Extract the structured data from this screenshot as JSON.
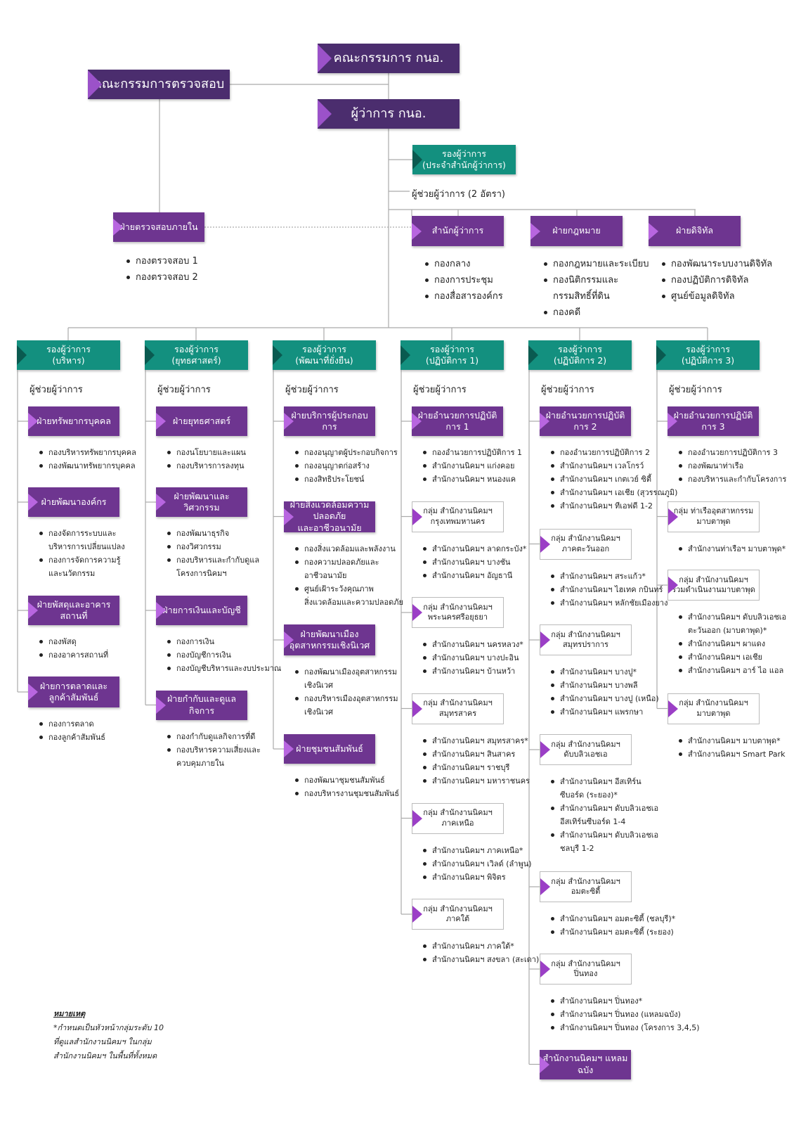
{
  "top": {
    "board": "คณะกรรมการ กนอ.",
    "audit": "คณะกรรมการตรวจสอบ",
    "governor": "ผู้ว่าการ กนอ.",
    "deputy_office": [
      "รองผู้ว่าการ",
      "(ประจำสำนักผู้ว่าการ)"
    ],
    "assistant": "ผู้ช่วยผู้ว่าการ (2 อัตรา)"
  },
  "internal_audit": {
    "title": "ฝ่ายตรวจสอบภายใน",
    "items": [
      "กองตรวจสอบ 1",
      "กองตรวจสอบ 2"
    ]
  },
  "upper_units": [
    {
      "title": "สำนักผู้ว่าการ",
      "items": [
        "กองกลาง",
        "กองการประชุม",
        "กองสื่อสารองค์กร"
      ]
    },
    {
      "title": "ฝ่ายกฎหมาย",
      "items": [
        "กองกฎหมายและระเบียบ",
        "กองนิติกรรมและ\nกรรมสิทธิ์ที่ดิน",
        "กองคดี"
      ]
    },
    {
      "title": "ฝ่ายดิจิทัล",
      "items": [
        "กองพัฒนาระบบงานดิจิทัล",
        "กองปฏิบัติการดิจิทัล",
        "ศูนย์ข้อมูลดิจิทัล"
      ]
    }
  ],
  "assistant_label": "ผู้ช่วยผู้ว่าการ",
  "columns": [
    {
      "title": [
        "รองผู้ว่าการ",
        "(บริหาร)"
      ],
      "blocks": [
        {
          "kind": "unit",
          "title": [
            "ฝ่ายทรัพยากรบุคคล"
          ],
          "items": [
            "กองบริหารทรัพยากรบุคคล",
            "กองพัฒนาทรัพยากรบุคคล"
          ]
        },
        {
          "kind": "unit",
          "title": [
            "ฝ่ายพัฒนาองค์กร"
          ],
          "items": [
            "กองจัดการระบบและ\nบริหารการเปลี่ยนแปลง",
            "กองการจัดการความรู้\nและนวัตกรรม"
          ]
        },
        {
          "kind": "unit",
          "title": [
            "ฝ่ายพัสดุและอาคารสถานที่"
          ],
          "items": [
            "กองพัสดุ",
            "กองอาคารสถานที่"
          ]
        },
        {
          "kind": "unit",
          "title": [
            "ฝ่ายการตลาดและ",
            "ลูกค้าสัมพันธ์"
          ],
          "items": [
            "กองการตลาด",
            "กองลูกค้าสัมพันธ์"
          ]
        }
      ]
    },
    {
      "title": [
        "รองผู้ว่าการ",
        "(ยุทธศาสตร์)"
      ],
      "blocks": [
        {
          "kind": "unit",
          "title": [
            "ฝ่ายยุทธศาสตร์"
          ],
          "items": [
            "กองนโยบายและแผน",
            "กองบริหารการลงทุน"
          ]
        },
        {
          "kind": "unit",
          "title": [
            "ฝ่ายพัฒนาและวิศวกรรม"
          ],
          "items": [
            "กองพัฒนาธุรกิจ",
            "กองวิศวกรรม",
            "กองบริหารและกำกับดูแล\nโครงการนิคมฯ"
          ]
        },
        {
          "kind": "unit",
          "title": [
            "ฝ่ายการเงินและบัญชี"
          ],
          "items": [
            "กองการเงิน",
            "กองบัญชีการเงิน",
            "กองบัญชีบริหารและงบประมาณ"
          ]
        },
        {
          "kind": "unit",
          "title": [
            "ฝ่ายกำกับและดูแลกิจการ"
          ],
          "items": [
            "กองกำกับดูแลกิจการที่ดี",
            "กองบริหารความเสี่ยงและ\nควบคุมภายใน"
          ]
        }
      ]
    },
    {
      "title": [
        "รองผู้ว่าการ",
        "(พัฒนาที่ยั่งยืน)"
      ],
      "blocks": [
        {
          "kind": "unit",
          "title": [
            "ฝ่ายบริการผู้ประกอบการ"
          ],
          "items": [
            "กองอนุญาตผู้ประกอบกิจการ",
            "กองอนุญาตก่อสร้าง",
            "กองสิทธิประโยชน์"
          ]
        },
        {
          "kind": "unit",
          "title": [
            "ฝ่ายสิ่งแวดล้อมความปลอดภัย",
            "และอาชีวอนามัย"
          ],
          "items": [
            "กองสิ่งแวดล้อมและพลังงาน",
            "กองความปลอดภัยและ\nอาชีวอนามัย",
            "ศูนย์เฝ้าระวังคุณภาพ\nสิ่งแวดล้อมและความปลอดภัย"
          ]
        },
        {
          "kind": "unit",
          "title": [
            "ฝ่ายพัฒนาเมือง",
            "อุตสาหกรรมเชิงนิเวศ"
          ],
          "items": [
            "กองพัฒนาเมืองอุตสาหกรรม\nเชิงนิเวศ",
            "กองบริหารเมืองอุตสาหกรรม\nเชิงนิเวศ"
          ]
        },
        {
          "kind": "unit",
          "title": [
            "ฝ่ายชุมชนสัมพันธ์"
          ],
          "items": [
            "กองพัฒนาชุมชนสัมพันธ์",
            "กองบริหารงานชุมชนสัมพันธ์"
          ]
        }
      ]
    },
    {
      "title": [
        "รองผู้ว่าการ",
        "(ปฏิบัติการ 1)"
      ],
      "blocks": [
        {
          "kind": "unit",
          "title": [
            "ฝ่ายอำนวยการปฏิบัติการ 1"
          ],
          "items": [
            "กองอำนวยการปฏิบัติการ 1",
            "สำนักงานนิคมฯ แก่งคอย",
            "สำนักงานนิคมฯ หนองแค"
          ]
        },
        {
          "kind": "group",
          "title": [
            "กลุ่ม สำนักงานนิคมฯ",
            "กรุงเทพมหานคร"
          ],
          "items": [
            "สำนักงานนิคมฯ ลาดกระบัง*",
            "สำนักงานนิคมฯ บางชัน",
            "สำนักงานนิคมฯ อัญธานี"
          ]
        },
        {
          "kind": "group",
          "title": [
            "กลุ่ม สำนักงานนิคมฯ",
            "พระนครศรีอยุธยา"
          ],
          "items": [
            "สำนักงานนิคมฯ นครหลวง*",
            "สำนักงานนิคมฯ บางปะอิน",
            "สำนักงานนิคมฯ บ้านหว้า"
          ]
        },
        {
          "kind": "group",
          "title": [
            "กลุ่ม สำนักงานนิคมฯ",
            "สมุทรสาคร"
          ],
          "items": [
            "สำนักงานนิคมฯ สมุทรสาคร*",
            "สำนักงานนิคมฯ สินสาคร",
            "สำนักงานนิคมฯ ราชบุรี",
            "สำนักงานนิคมฯ มหาราชนคร"
          ]
        },
        {
          "kind": "group",
          "title": [
            "กลุ่ม สำนักงานนิคมฯ",
            "ภาคเหนือ"
          ],
          "items": [
            "สำนักงานนิคมฯ ภาคเหนือ*",
            "สำนักงานนิคมฯ เวิลด์ (ลำพูน)",
            "สำนักงานนิคมฯ พิจิตร"
          ]
        },
        {
          "kind": "group",
          "title": [
            "กลุ่ม สำนักงานนิคมฯ",
            "ภาคใต้"
          ],
          "items": [
            "สำนักงานนิคมฯ ภาคใต้*",
            "สำนักงานนิคมฯ สงขลา (สะเดา)"
          ]
        }
      ]
    },
    {
      "title": [
        "รองผู้ว่าการ",
        "(ปฏิบัติการ 2)"
      ],
      "blocks": [
        {
          "kind": "unit",
          "title": [
            "ฝ่ายอำนวยการปฏิบัติการ 2"
          ],
          "items": [
            "กองอำนวยการปฏิบัติการ 2",
            "สำนักงานนิคมฯ เวลโกรว์",
            "สำนักงานนิคมฯ เกตเวย์ ซิตี้",
            "สำนักงานนิคมฯ เอเชีย (สุวรรณภูมิ)",
            "สำนักงานนิคมฯ ทีเอฟดี 1-2"
          ]
        },
        {
          "kind": "group",
          "title": [
            "กลุ่ม สำนักงานนิคมฯ",
            "ภาคตะวันออก"
          ],
          "items": [
            "สำนักงานนิคมฯ สระแก้ว*",
            "สำนักงานนิคมฯ ไฮเทค กบินทร์",
            "สำนักงานนิคมฯ หลักชัยเมืองยาง"
          ]
        },
        {
          "kind": "group",
          "title": [
            "กลุ่ม สำนักงานนิคมฯ",
            "สมุทรปราการ"
          ],
          "items": [
            "สำนักงานนิคมฯ บางปู*",
            "สำนักงานนิคมฯ บางพลี",
            "สำนักงานนิคมฯ บางปู (เหนือ)",
            "สำนักงานนิคมฯ แพรกษา"
          ]
        },
        {
          "kind": "group",
          "title": [
            "กลุ่ม สำนักงานนิคมฯ",
            "ดับบลิวเอชเอ"
          ],
          "items": [
            "สำนักงานนิคมฯ อีสเทิร์น\nซีบอร์ด (ระยอง)*",
            "สำนักงานนิคมฯ ดับบลิวเอชเอ\nอีสเทิร์นซีบอร์ด 1-4",
            "สำนักงานนิคมฯ ดับบลิวเอชเอ\nชลบุรี 1-2"
          ]
        },
        {
          "kind": "group",
          "title": [
            "กลุ่ม สำนักงานนิคมฯ",
            "อมตะซิตี้"
          ],
          "items": [
            "สำนักงานนิคมฯ อมตะซิตี้ (ชลบุรี)*",
            "สำนักงานนิคมฯ อมตะซิตี้ (ระยอง)"
          ]
        },
        {
          "kind": "group",
          "title": [
            "กลุ่ม สำนักงานนิคมฯ",
            "ปิ่นทอง"
          ],
          "items": [
            "สำนักงานนิคมฯ ปิ่นทอง*",
            "สำนักงานนิคมฯ ปิ่นทอง (แหลมฉบัง)",
            "สำนักงานนิคมฯ ปิ่นทอง (โครงการ 3,4,5)"
          ]
        },
        {
          "kind": "unit",
          "title": [
            "สำนักงานนิคมฯ แหลมฉบัง"
          ],
          "items": []
        }
      ]
    },
    {
      "title": [
        "รองผู้ว่าการ",
        "(ปฏิบัติการ 3)"
      ],
      "blocks": [
        {
          "kind": "unit",
          "title": [
            "ฝ่ายอำนวยการปฏิบัติการ 3"
          ],
          "items": [
            "กองอำนวยการปฏิบัติการ 3",
            "กองพัฒนาท่าเรือ",
            "กองบริหารและกำกับโครงการ"
          ]
        },
        {
          "kind": "group",
          "title": [
            "กลุ่ม ท่าเรืออุตสาหกรรม",
            "มาบตาพุด"
          ],
          "items": [
            "สำนักงานท่าเรือฯ มาบตาพุด*"
          ]
        },
        {
          "kind": "group",
          "title": [
            "กลุ่ม สำนักงานนิคมฯ",
            "ร่วมดำเนินงานมาบตาพุด"
          ],
          "items": [
            "สำนักงานนิคมฯ ดับบลิวเอชเอ\nตะวันออก (มาบตาพุด)*",
            "สำนักงานนิคมฯ ผาแดง",
            "สำนักงานนิคมฯ เอเชีย",
            "สำนักงานนิคมฯ อาร์ ไอ แอล"
          ]
        },
        {
          "kind": "group",
          "title": [
            "กลุ่ม สำนักงานนิคมฯ",
            "มาบตาพุด"
          ],
          "items": [
            "สำนักงานนิคมฯ มาบตาพุด*",
            "สำนักงานนิคมฯ Smart Park"
          ]
        }
      ]
    }
  ],
  "note": {
    "title": "หมายเหตุ",
    "lines": [
      "*กำหนดเป็นหัวหน้ากลุ่มระดับ 10",
      "ที่ดูแลสำนักงานนิคมฯ ในกลุ่ม",
      "สำนักงานนิคมฯ ในพื้นที่ทั้งหมด"
    ]
  },
  "colors": {
    "top_box": "#4b2d6e",
    "unit_box": "#6e3590",
    "deputy_box": "#13907f",
    "connector": "#aaaaaa"
  }
}
